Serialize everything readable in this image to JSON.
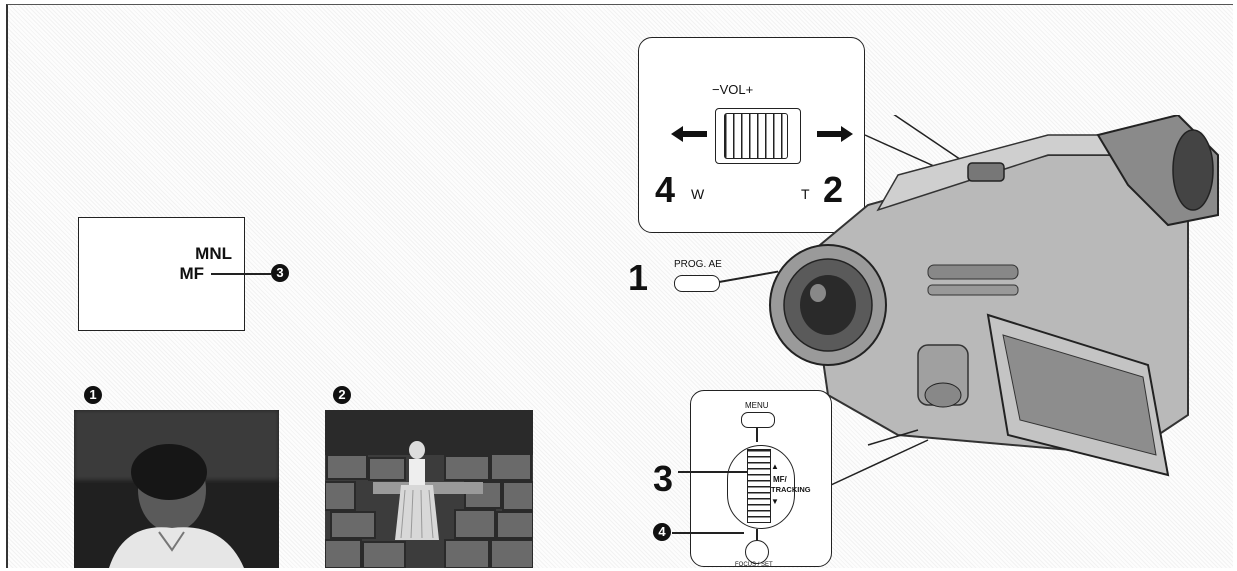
{
  "screen_display": {
    "mode_label": "MNL",
    "focus_label": "MF"
  },
  "callouts": {
    "one": "1",
    "two": "2",
    "three": "3",
    "four": "4"
  },
  "photos": [
    {
      "index": "1",
      "description": "portrait close-up, background out of focus"
    },
    {
      "index": "2",
      "description": "person standing in front of stone wall"
    }
  ],
  "zoom_inset": {
    "volume_label": "−VOL+",
    "wide_label": "W",
    "tele_label": "T",
    "left_step": "4",
    "right_step": "2"
  },
  "prog_ae": {
    "step": "1",
    "button_label": "PROG. AE"
  },
  "menu_inset": {
    "menu_label": "MENU",
    "dial_label_line1": "MF/",
    "dial_label_line2": "TRACKING",
    "dial_step": "3",
    "set_step": "4",
    "set_label": "FOCUS / SET"
  },
  "colors": {
    "ink": "#111111",
    "camera_body": "#b9b9b9",
    "paper": "#fdfdfd"
  }
}
